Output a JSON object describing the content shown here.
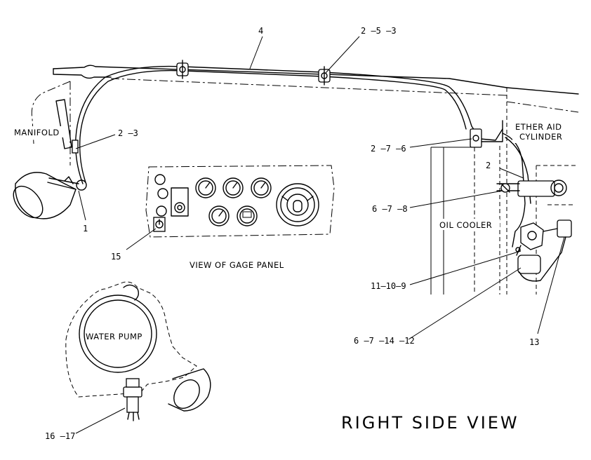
{
  "title": "RIGHT SIDE VIEW",
  "callouts": {
    "c4": "4",
    "c253": "2 –5 –3",
    "c23": "2 –3",
    "c1": "1",
    "c276": "2 –7 –6",
    "c2": "2",
    "c678": "6 –7 –8",
    "c15": "15",
    "c11109": "11–10–9",
    "c671412": "6 –7 –14 –12",
    "c13": "13",
    "c1617": "16 –17"
  },
  "component_labels": {
    "manifold": "MANIFOLD",
    "ether_line1": "ETHER AID",
    "ether_line2": "CYLINDER",
    "oil_cooler": "OIL COOLER",
    "water_pump": "WATER PUMP",
    "gage_panel": "VIEW OF GAGE PANEL"
  }
}
